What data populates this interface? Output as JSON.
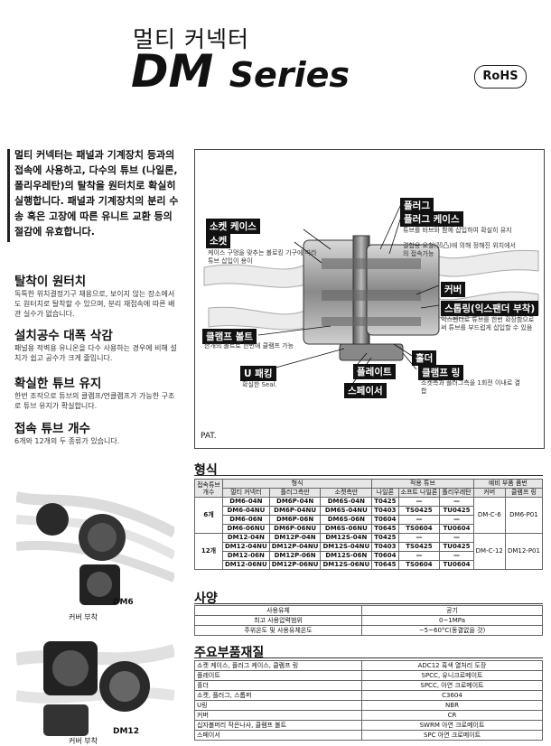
{
  "header": {
    "title_ko": "멀티 커넥터",
    "title_main": "DM",
    "title_series": "Series",
    "badge": "RoHS"
  },
  "intro": {
    "text": "멀티 커넥터는 패널과 기계장치 등과의 접속에 사용하고, 다수의 튜브 (나일론, 폴리우레탄)의 탈착을 원터치로 확실히 실행합니다. 패널과 기계장치의 분리 수송 혹은 고장에 따른 유니트 교환 등의 절감에 유효합니다."
  },
  "features": [
    {
      "title": "탈착이 원터치",
      "text": "독특한 위치결정기구 채용으로, 보이지 않는 장소에서도 원터치로 탈착할 수 있으며, 분리 재접속에 따른 배관 실수가 없습니다."
    },
    {
      "title": "설치공수 대폭 삭감",
      "text": "패널용 적벽용 유니온을 다수 사용하는 경우에 비해 설치가 쉽고 공수가 크게 줄입니다."
    },
    {
      "title": "확실한 튜브 유지",
      "text": "한번 조작으로 튜브의 클램프/언클램프가 가능한 구조로 튜브 유지가 확실합니다."
    },
    {
      "title": "접속 튜브 개수",
      "text": "6개와 12개의 두 종류가 있습니다."
    }
  ],
  "diagram": {
    "labels": {
      "plug": "플러그",
      "plug_case": "플러그 케이스",
      "socket_case": "소켓 케이스",
      "socket": "소켓",
      "cover": "커버",
      "spacer_ring": "스톱링(익스팬더 부착)",
      "clamp_bolt": "클램프 볼트",
      "holder": "홀더",
      "u_packing": "U 패킹",
      "plate": "플레이트",
      "clamp_ring": "클램프 링",
      "spacer": "스페이서"
    },
    "notes": {
      "plug_case": "튜브를 바브와 함께 삽입하여 확실히 유지",
      "plug_fix": "결합용 요철(凹凸)에 의해 정해진 위치에서의 접속가능",
      "socket": "케이스 구멍을 맞추는 볼로킹 기구에 따라 튜브 삽입이 용이",
      "spacer_ring": "익스펜더로 튜브를 한번 확장함으로써 튜브를 부드럽게 삽입할 수 있음",
      "clamp_bolt": "한개의 볼트로 한번에 클램프 가능",
      "u_packing": "확실한 Seal.",
      "clamp_ring": "소켓측과 플러그측을 1회전 이내로 결합"
    },
    "pat": "PAT."
  },
  "models": {
    "title": "형식",
    "col_group_model": "형식",
    "col_group_tube": "적용 튜브",
    "col_group_spare": "예비 부품 품번",
    "cols": [
      "접속튜브 개수",
      "멀티 커넥터",
      "플러그측만",
      "소켓측만",
      "나일론",
      "소프트 나일론",
      "폴리우레탄",
      "커버",
      "클램프 링"
    ],
    "groups": [
      {
        "count": "6개",
        "cover": "DM-C-6",
        "ring": "DM6-P01",
        "rows": [
          [
            "DM6-04N",
            "DM6P-04N",
            "DM6S-04N",
            "T0425",
            "—",
            "—"
          ],
          [
            "DM6-04NU",
            "DM6P-04NU",
            "DM6S-04NU",
            "T0403",
            "TS0425",
            "TU0425"
          ],
          [
            "DM6-06N",
            "DM6P-06N",
            "DM6S-06N",
            "T0604",
            "—",
            "—"
          ],
          [
            "DM6-06NU",
            "DM6P-06NU",
            "DM6S-06NU",
            "T0645",
            "TS0604",
            "TU0604"
          ]
        ]
      },
      {
        "count": "12개",
        "cover": "DM-C-12",
        "ring": "DM12-P01",
        "rows": [
          [
            "DM12-04N",
            "DM12P-04N",
            "DM12S-04N",
            "T0425",
            "—",
            "—"
          ],
          [
            "DM12-04NU",
            "DM12P-04NU",
            "DM12S-04NU",
            "T0403",
            "TS0425",
            "TU0425"
          ],
          [
            "DM12-06N",
            "DM12P-06N",
            "DM12S-06N",
            "T0604",
            "—",
            "—"
          ],
          [
            "DM12-06NU",
            "DM12P-06NU",
            "DM12S-06NU",
            "T0645",
            "TS0604",
            "TU0604"
          ]
        ]
      }
    ]
  },
  "spec": {
    "title": "사양",
    "rows": [
      [
        "사용유체",
        "공기"
      ],
      [
        "최고 사용압력범위",
        "0~1MPa"
      ],
      [
        "주위온도 및 사용유체온도",
        "−5~60°C(동결없을 것)"
      ]
    ]
  },
  "materials": {
    "title": "주요부품재질",
    "rows": [
      [
        "소켓 케이스, 플러그 케이스, 클램프 링",
        "ADC12 흑색 열처리 도장"
      ],
      [
        "플레이트",
        "SPCC, 유니크로메이트"
      ],
      [
        "홀더",
        "SPCC, 아연 크로메이트"
      ],
      [
        "소켓, 플러그, 스톱퍼",
        "C3604"
      ],
      [
        "U링",
        "NBR"
      ],
      [
        "커버",
        "CR"
      ],
      [
        "십자볼머리 작은나사, 클램프 볼트",
        "SWRM 아연 크로메이트"
      ],
      [
        "스페이서",
        "SPC 아연 크로메이트"
      ]
    ]
  },
  "photos": {
    "dm6": "DM6",
    "dm6_cap": "커버 부착",
    "dm12": "DM12",
    "dm12_cap": "커버 부착"
  }
}
